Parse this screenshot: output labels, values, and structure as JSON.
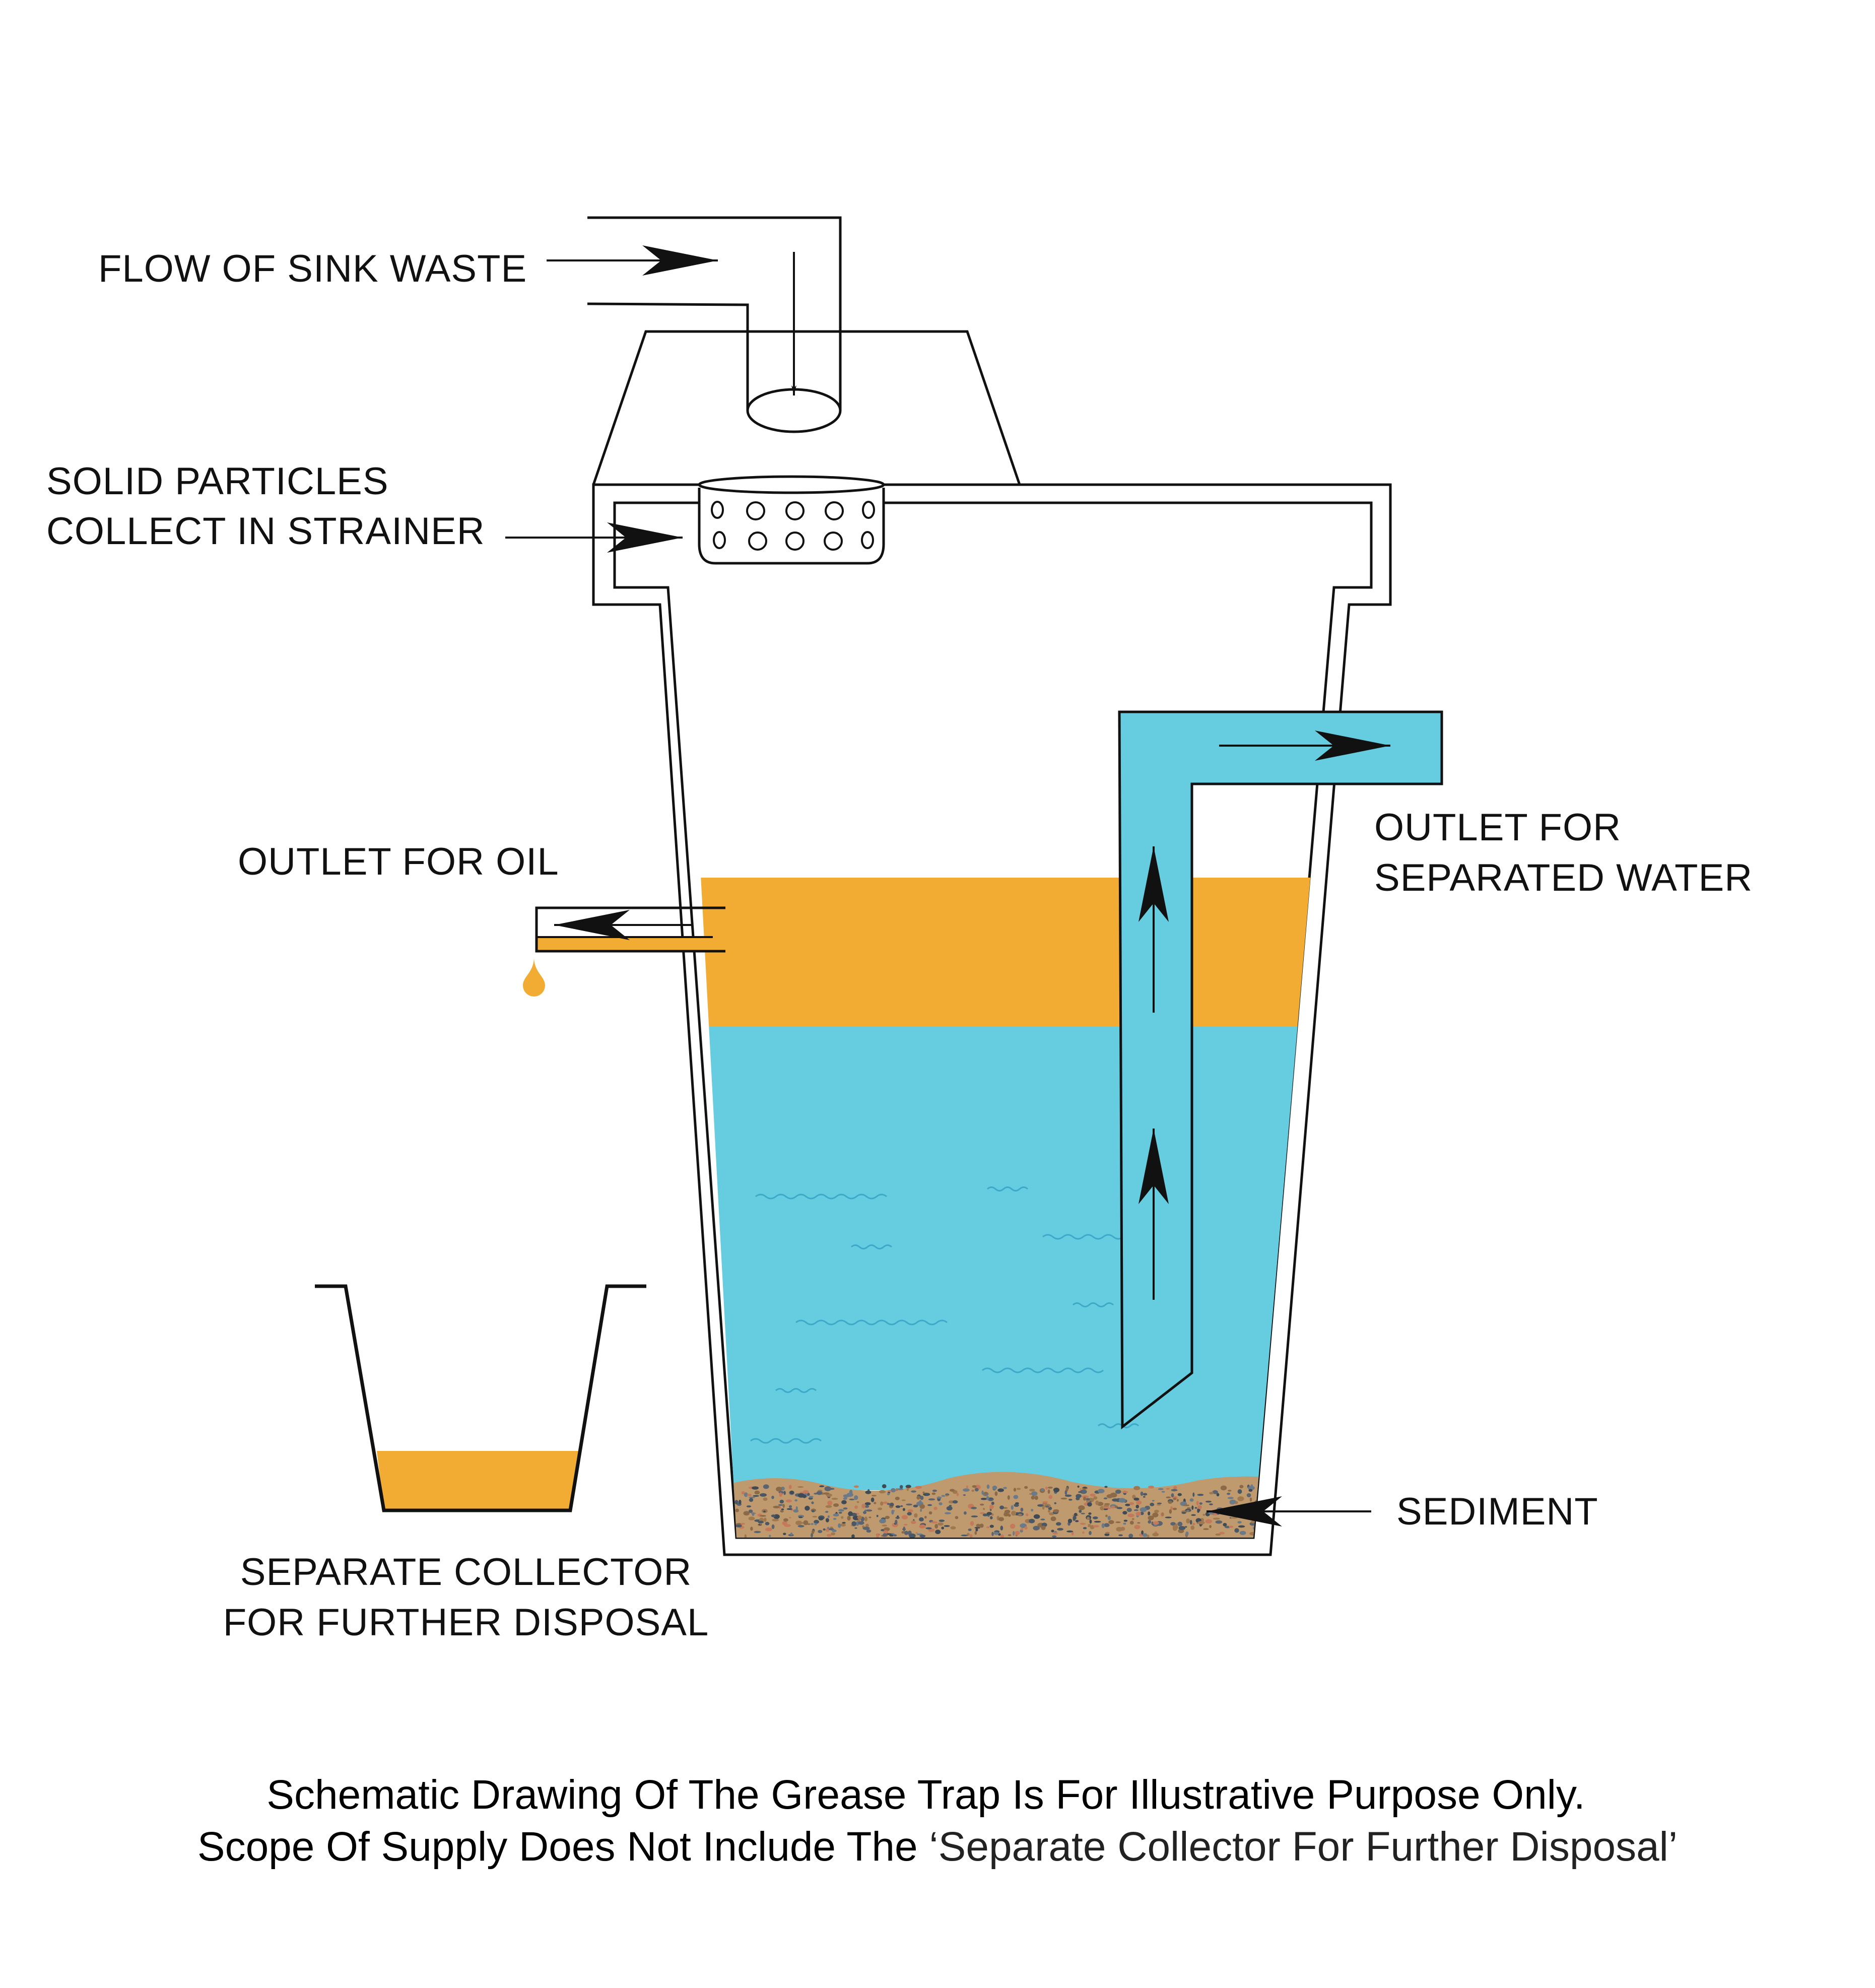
{
  "labels": {
    "flow_of_sink_waste": "FLOW OF SINK WASTE",
    "solid_particles_line1": "SOLID PARTICLES",
    "solid_particles_line2": "COLLECT IN STRAINER",
    "outlet_for_oil": "OUTLET FOR OIL",
    "outlet_water_line1": "OUTLET FOR",
    "outlet_water_line2": "SEPARATED WATER",
    "sediment": "SEDIMENT",
    "collector_line1": "SEPARATE COLLECTOR",
    "collector_line2": "FOR FURTHER DISPOSAL"
  },
  "caption": {
    "line1": "Schematic Drawing Of The Grease Trap Is For Illustrative Purpose Only.",
    "line2_bold": "Scope Of Supply Does Not Include The ",
    "line2_light": "‘Separate Collector For Further Disposal’"
  },
  "colors": {
    "oil": "#F2AB33",
    "water": "#66CCE0",
    "sediment": "#BE9A6E",
    "outline": "#111111"
  }
}
